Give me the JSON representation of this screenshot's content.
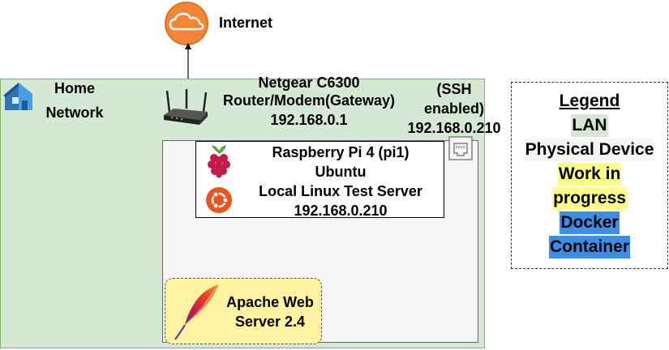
{
  "internet": {
    "label": "Internet"
  },
  "home_network": {
    "label_line1": "Home",
    "label_line2": "Network"
  },
  "router": {
    "line1": "Netgear C6300",
    "line2": "Router/Modem(Gateway)",
    "line3": "192.168.0.1"
  },
  "ssh": {
    "line1": "(SSH",
    "line2": "enabled)",
    "line3": "192.168.0.210"
  },
  "pi": {
    "line1": "Raspberry Pi 4 (pi1)",
    "line2": "Ubuntu",
    "line3": "Local Linux Test Server",
    "line4": "192.168.0.210"
  },
  "apache": {
    "line1": "Apache Web",
    "line2": "Server 2.4"
  },
  "legend": {
    "title": "Legend",
    "lan": "LAN",
    "physical": "Physical Device",
    "wip_line1": "Work in",
    "wip_line2": "progress",
    "docker_line1": "Docker",
    "docker_line2": "Container"
  },
  "colors": {
    "lan": "#d5e8d4",
    "physical": "#f5f5f5",
    "work_in_progress": "#ffff88",
    "docker": "#3c8ee6",
    "cloud": "#f58536"
  }
}
